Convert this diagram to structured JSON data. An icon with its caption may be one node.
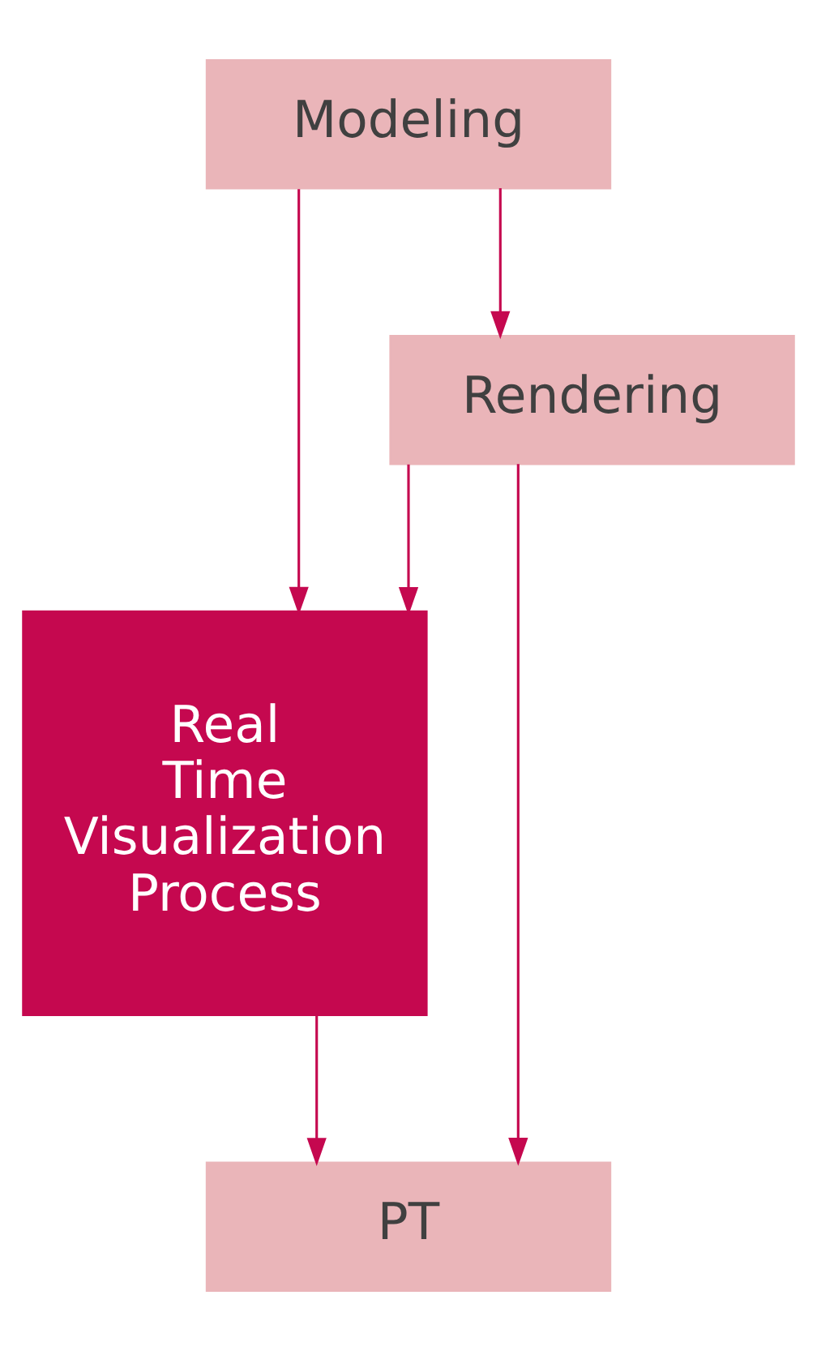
{
  "diagram": {
    "nodes": [
      {
        "text": [
          "Modeling"
        ]
      },
      {
        "text": [
          "Rendering"
        ]
      },
      {
        "text": [
          "Real Time Visualization Process"
        ]
      },
      {
        "text": [
          "PT"
        ]
      }
    ],
    "edges": [
      {
        "from": 0,
        "to": 1,
        "arrow": "to"
      },
      {
        "from": 0,
        "to": 2,
        "arrow": "to"
      },
      {
        "from": 1,
        "to": 2,
        "arrow": "to"
      },
      {
        "from": 1,
        "to": 3,
        "arrow": "to"
      },
      {
        "from": 2,
        "to": 3,
        "arrow": "to"
      }
    ]
  }
}
